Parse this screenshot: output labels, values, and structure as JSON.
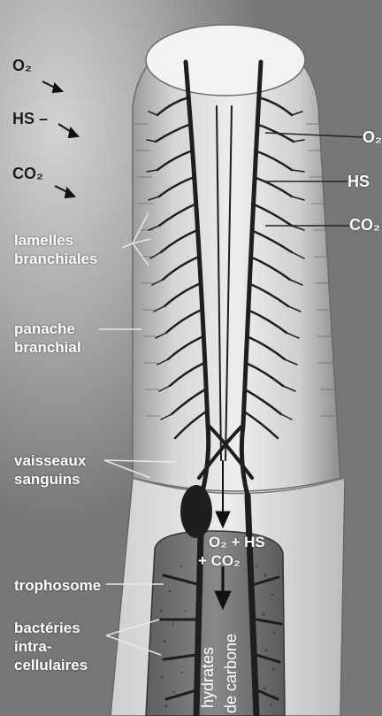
{
  "left_labels": {
    "o2": "O₂",
    "hs": "HS –",
    "co2": "CO₂"
  },
  "right_labels": {
    "o2": "O₂",
    "hs": "HS",
    "co2": "CO₂"
  },
  "anatomy": {
    "lamelles_1": "lamelles",
    "lamelles_2": "branchiales",
    "panache_1": "panache",
    "panache_2": "branchial",
    "vaisseaux_1": "vaisseaux",
    "vaisseaux_2": "sanguins",
    "trophosome": "trophosome",
    "bacteries_1": "bactéries",
    "bacteries_2": "intra-",
    "bacteries_3": "cellulaires"
  },
  "inside": {
    "inputs_1": "O₂ + HS",
    "inputs_2": "+ CO₂",
    "product_1": "hydrates",
    "product_2": "de carbone"
  },
  "colors": {
    "background": "#8a8a8a",
    "plume": "#d8d8d8",
    "vessel": "#1e1e1e",
    "label_text": "#ffffff"
  }
}
